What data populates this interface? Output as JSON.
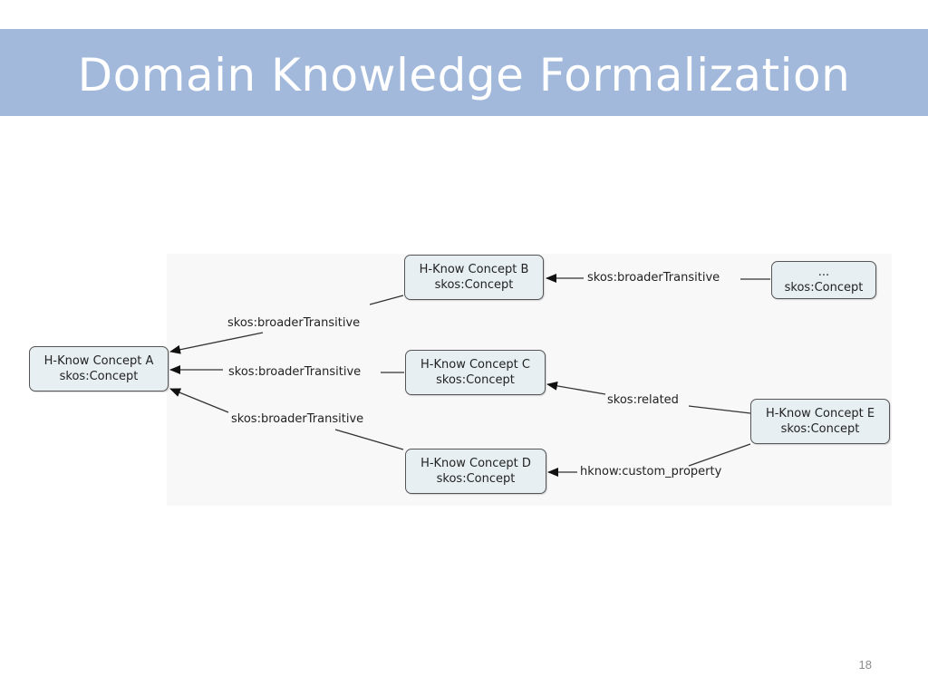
{
  "slide": {
    "title": "Domain Knowledge Formalization",
    "page_number": "18"
  },
  "colors": {
    "title_bar": "#a2b9dc",
    "title_text": "#ffffff",
    "node_fill": "#e7eff3",
    "node_border": "#555555"
  },
  "diagram": {
    "nodes": {
      "a": {
        "name": "H-Know Concept A",
        "type": "skos:Concept"
      },
      "b": {
        "name": "H-Know Concept B",
        "type": "skos:Concept"
      },
      "c": {
        "name": "H-Know Concept C",
        "type": "skos:Concept"
      },
      "d": {
        "name": "H-Know Concept D",
        "type": "skos:Concept"
      },
      "e": {
        "name": "H-Know Concept E",
        "type": "skos:Concept"
      },
      "etc": {
        "name": "...",
        "type": "skos:Concept"
      }
    },
    "edges": {
      "b_to_a": "skos:broaderTransitive",
      "c_to_a": "skos:broaderTransitive",
      "d_to_a": "skos:broaderTransitive",
      "etc_to_b": "skos:broaderTransitive",
      "e_to_c": "skos:related",
      "e_to_d": "hknow:custom_property"
    }
  }
}
